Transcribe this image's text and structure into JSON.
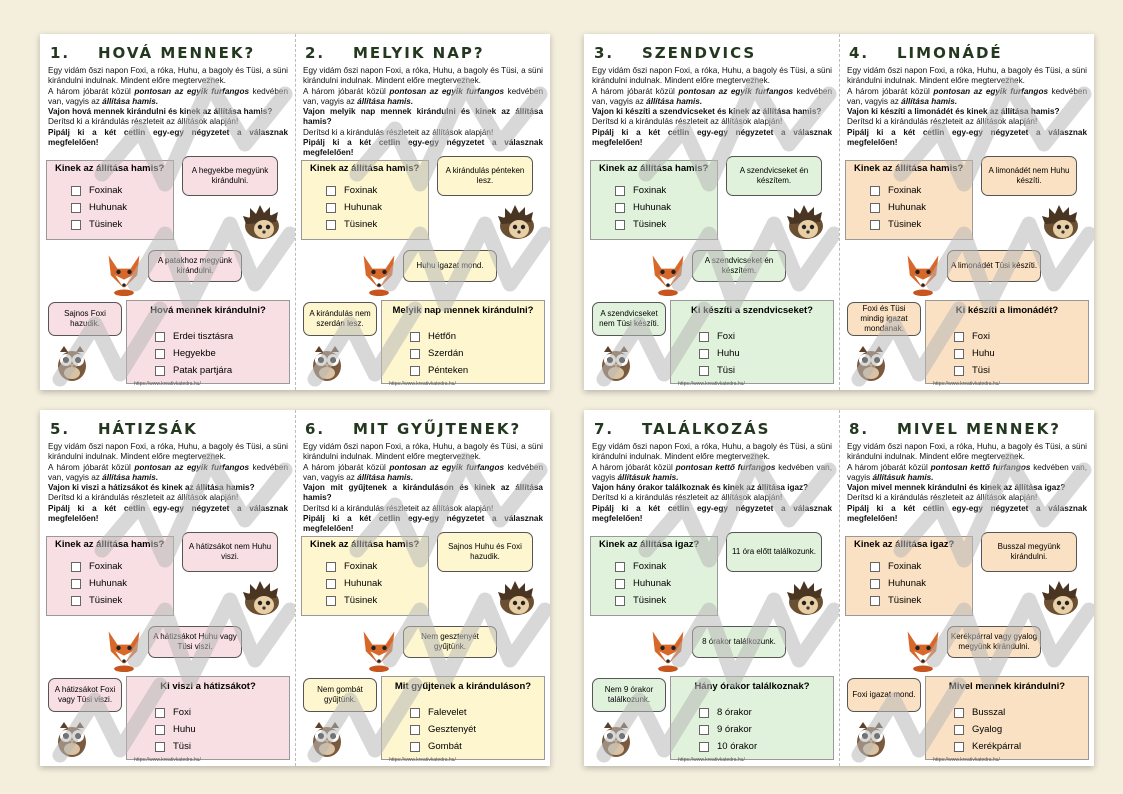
{
  "intro_line1": "Egy vidám őszi napon Foxi, a róka, Huhu, a bagoly és Tüsi, a süni kirándulni indulnak. Mindent előre megterveznek.",
  "derits": "Derítsd ki a kirándulás részleteit az állítások alapján!",
  "pipalj": "Pipálj ki a két cetlin egy-egy négyzetet a válasznak megfelelően!",
  "url": "https://www.kreativkatedra.hu/",
  "colors": {
    "pink": "#f7dfe3",
    "yellow": "#fdf6cf",
    "green": "#e1f2dc",
    "orange": "#fbe1c3"
  },
  "cards": [
    {
      "num": "1.",
      "title": "HOVÁ MENNEK?",
      "color": "pink",
      "intro2": "A három jóbarát közül ",
      "intro2b": "pontosan az egyik furfangos",
      " intro2c": "",
      "intro3": "kedvében van, vagyis az ",
      "intro3b": "állítása hamis.",
      "question": "Vajon hová mennek kirándulni és kinek az állítása hamis?",
      "q1": "Kinek az állítása hamis?",
      "q1_options": [
        "Foxinak",
        "Huhunak",
        "Tüsinek"
      ],
      "bubble_hedgehog": "A hegyekbe megyünk kirándulni.",
      "bubble_fox": "A patakhoz megyünk kirándulni.",
      "bubble_owl": "Sajnos Foxi hazudik.",
      "q2": "Hová mennek kirándulni?",
      "q2_options": [
        "Erdei tisztásra",
        "Hegyekbe",
        "Patak partjára"
      ]
    },
    {
      "num": "2.",
      "title": "MELYIK NAP?",
      "color": "yellow",
      "intro2": "A három jóbarát közül ",
      "intro2b": "pontosan az egyik furfangos",
      "intro3": "kedvében van, vagyis az ",
      "intro3b": "állítása hamis.",
      "question": "Vajon melyik nap mennek kirándulni és kinek az állítása hamis?",
      "q1": "Kinek az állítása hamis?",
      "q1_options": [
        "Foxinak",
        "Huhunak",
        "Tüsinek"
      ],
      "bubble_hedgehog": "A kirándulás pénteken lesz.",
      "bubble_fox": "Huhu igazat mond.",
      "bubble_owl": "A kirándulás nem szerdán lesz.",
      "q2": "Melyik nap mennek kirándulni?",
      "q2_options": [
        "Hétfőn",
        "Szerdán",
        "Pénteken"
      ]
    },
    {
      "num": "3.",
      "title": "SZENDVICS",
      "color": "green",
      "intro2": "A három jóbarát közül ",
      "intro2b": "pontosan az egyik furfangos",
      "intro3": "kedvében van, vagyis az ",
      "intro3b": "állítása hamis.",
      "question": "Vajon ki készíti a szendvicseket és kinek az állítása hamis?",
      "q1": "Kinek az állítása hamis?",
      "q1_options": [
        "Foxinak",
        "Huhunak",
        "Tüsinek"
      ],
      "bubble_hedgehog": "A szendvicseket én készítem.",
      "bubble_fox": "A szendvicseket én készítem.",
      "bubble_owl": "A szendvicseket nem Tüsi készíti.",
      "q2": "Ki készíti a szendvicseket?",
      "q2_options": [
        "Foxi",
        "Huhu",
        "Tüsi"
      ]
    },
    {
      "num": "4.",
      "title": "LIMONÁDÉ",
      "color": "orange",
      "intro2": "A három jóbarát közül ",
      "intro2b": "pontosan az egyik furfangos",
      "intro3": "kedvében van, vagyis az ",
      "intro3b": "állítása hamis.",
      "question": "Vajon ki készíti a limonádét és kinek az állítása hamis?",
      "q1": "Kinek az állítása hamis?",
      "q1_options": [
        "Foxinak",
        "Huhunak",
        "Tüsinek"
      ],
      "bubble_hedgehog": "A limonádét nem Huhu készíti.",
      "bubble_fox": "A limonádét Tüsi készíti.",
      "bubble_owl": "Foxi és Tüsi mindig igazat mondanak.",
      "q2": "Ki készíti a limonádét?",
      "q2_options": [
        "Foxi",
        "Huhu",
        "Tüsi"
      ]
    },
    {
      "num": "5.",
      "title": "HÁTIZSÁK",
      "color": "pink",
      "intro2": "A három jóbarát közül ",
      "intro2b": "pontosan az egyik furfangos",
      "intro3": "kedvében van, vagyis az ",
      "intro3b": "állítása hamis.",
      "question": "Vajon ki viszi a hátizsákot és kinek az állítása hamis?",
      "q1": "Kinek az állítása hamis?",
      "q1_options": [
        "Foxinak",
        "Huhunak",
        "Tüsinek"
      ],
      "bubble_hedgehog": "A hátizsákot nem Huhu viszi.",
      "bubble_fox": "A hátizsákot Huhu vagy Tüsi viszi.",
      "bubble_owl": "A hátizsákot Foxi vagy Tüsi viszi.",
      "q2": "Ki viszi a hátizsákot?",
      "q2_options": [
        "Foxi",
        "Huhu",
        "Tüsi"
      ]
    },
    {
      "num": "6.",
      "title": "MIT GYŰJTENEK?",
      "color": "yellow",
      "intro2": "A három jóbarát közül ",
      "intro2b": "pontosan az egyik furfangos",
      "intro3": "kedvében van, vagyis az ",
      "intro3b": "állítása hamis.",
      "question": "Vajon mit gyűjtenek a kiránduláson és kinek az állítása hamis?",
      "q1": "Kinek az állítása hamis?",
      "q1_options": [
        "Foxinak",
        "Huhunak",
        "Tüsinek"
      ],
      "bubble_hedgehog": "Sajnos Huhu és Foxi hazudik.",
      "bubble_fox": "Nem gesztenyét gyűjtünk.",
      "bubble_owl": "Nem gombát gyűjtünk.",
      "q2": "Mit gyűjtenek a kiránduláson?",
      "q2_options": [
        "Falevelet",
        "Gesztenyét",
        "Gombát"
      ]
    },
    {
      "num": "7.",
      "title": "TALÁLKOZÁS",
      "color": "green",
      "intro2": "A három jóbarát közül ",
      "intro2b": "pontosan kettő furfangos",
      "intro3": "kedvében van, vagyis ",
      "intro3b": "állításuk hamis.",
      "question": "Vajon hány órakor találkoznak és kinek az állítása igaz?",
      "q1": "Kinek az állítása igaz?",
      "q1_options": [
        "Foxinak",
        "Huhunak",
        "Tüsinek"
      ],
      "bubble_hedgehog": "11 óra előtt találkozunk.",
      "bubble_fox": "8 órakor találkozunk.",
      "bubble_owl": "Nem 9 órakor találkozunk.",
      "q2": "Hány órakor találkoznak?",
      "q2_options": [
        "8 órakor",
        "9 órakor",
        "10 órakor"
      ]
    },
    {
      "num": "8.",
      "title": "MIVEL MENNEK?",
      "color": "orange",
      "intro2": "A három jóbarát közül ",
      "intro2b": "pontosan kettő furfangos",
      "intro3": "kedvében van, vagyis ",
      "intro3b": "állításuk hamis.",
      "question": "Vajon mivel mennek kirándulni és kinek az állítása igaz?",
      "q1": "Kinek az állítása igaz?",
      "q1_options": [
        "Foxinak",
        "Huhunak",
        "Tüsinek"
      ],
      "bubble_hedgehog": "Busszal megyünk kirándulni.",
      "bubble_fox": "Kerékpárral vagy gyalog megyünk kirándulni.",
      "bubble_owl": "Foxi igazat mond.",
      "q2": "Mivel mennek kirándulni?",
      "q2_options": [
        "Busszal",
        "Gyalog",
        "Kerékpárral"
      ]
    }
  ]
}
